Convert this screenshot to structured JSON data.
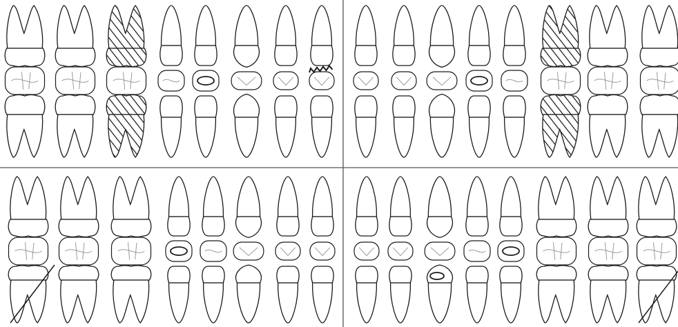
{
  "chart": {
    "colors": {
      "outline": "#1a1a1a",
      "divider": "#555555",
      "background": "#ffffff",
      "detail": "#9a9a9a",
      "hatch": "#111111"
    },
    "quadrants": [
      {
        "id": "upper-right",
        "teeth": [
          {
            "type": "molar",
            "finding": "none"
          },
          {
            "type": "molar",
            "finding": "none"
          },
          {
            "type": "molar",
            "finding": "hatched"
          },
          {
            "type": "premolar",
            "finding": "none"
          },
          {
            "type": "premolar",
            "finding": "occlusal-filling"
          },
          {
            "type": "canine",
            "finding": "none"
          },
          {
            "type": "incisor",
            "finding": "none"
          },
          {
            "type": "incisor",
            "finding": "fracture-line"
          }
        ]
      },
      {
        "id": "upper-left",
        "teeth": [
          {
            "type": "incisor",
            "finding": "none"
          },
          {
            "type": "incisor",
            "finding": "none"
          },
          {
            "type": "canine",
            "finding": "none"
          },
          {
            "type": "premolar",
            "finding": "occlusal-filling"
          },
          {
            "type": "premolar",
            "finding": "none"
          },
          {
            "type": "molar",
            "finding": "hatched"
          },
          {
            "type": "molar",
            "finding": "none"
          },
          {
            "type": "molar",
            "finding": "none"
          }
        ]
      },
      {
        "id": "lower-right",
        "teeth": [
          {
            "type": "molar",
            "finding": "struck-out"
          },
          {
            "type": "molar",
            "finding": "none"
          },
          {
            "type": "molar",
            "finding": "none"
          },
          {
            "type": "premolar",
            "finding": "occlusal-filling"
          },
          {
            "type": "premolar",
            "finding": "none"
          },
          {
            "type": "canine",
            "finding": "none"
          },
          {
            "type": "incisor",
            "finding": "none"
          },
          {
            "type": "incisor",
            "finding": "none"
          }
        ]
      },
      {
        "id": "lower-left",
        "teeth": [
          {
            "type": "incisor",
            "finding": "none"
          },
          {
            "type": "incisor",
            "finding": "none"
          },
          {
            "type": "canine",
            "finding": "cervical-filling"
          },
          {
            "type": "premolar",
            "finding": "none"
          },
          {
            "type": "premolar",
            "finding": "occlusal-filling"
          },
          {
            "type": "molar",
            "finding": "none"
          },
          {
            "type": "molar",
            "finding": "none"
          },
          {
            "type": "molar",
            "finding": "struck-out"
          }
        ]
      }
    ]
  }
}
